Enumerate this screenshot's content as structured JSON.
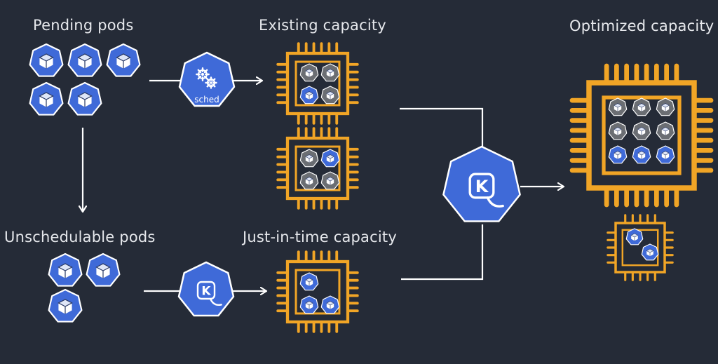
{
  "labels": {
    "pending": "Pending pods",
    "existing": "Existing capacity",
    "optimized": "Optimized capacity",
    "unschedulable": "Unschedulable pods",
    "jit": "Just-in-time capacity"
  },
  "scheduler": {
    "text": "sched"
  },
  "karpenter": {
    "letter": "K"
  },
  "colors": {
    "background": "#252b37",
    "pod_blue": "#3f6ad8",
    "pod_gray": "#6b6e73",
    "chip_orange": "#f1a526",
    "line": "#ffffff"
  },
  "nodes": {
    "existing_1": [
      "gray",
      "gray",
      "blue",
      "gray"
    ],
    "existing_2": [
      "gray",
      "blue",
      "gray",
      "gray"
    ],
    "jit": [
      "blue",
      "blue",
      "blue"
    ],
    "optimized_big": [
      "gray",
      "gray",
      "gray",
      "gray",
      "gray",
      "gray",
      "blue",
      "blue",
      "blue"
    ],
    "optimized_small": [
      "blue",
      "blue"
    ]
  }
}
